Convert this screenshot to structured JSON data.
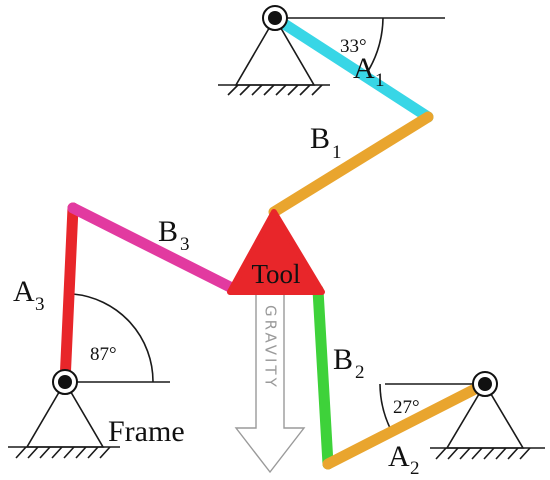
{
  "labels": {
    "a1": "A",
    "a1_sub": "1",
    "b1": "B",
    "b1_sub": "1",
    "a2": "A",
    "a2_sub": "2",
    "b2": "B",
    "b2_sub": "2",
    "a3": "A",
    "a3_sub": "3",
    "b3": "B",
    "b3_sub": "3",
    "tool": "Tool",
    "frame": "Frame",
    "gravity": "GRAVITY"
  },
  "angles": {
    "top": "33°",
    "left": "87°",
    "right": "27°"
  },
  "colors": {
    "a1": "#38d6e6",
    "b1": "#e9a52e",
    "a2": "#e9a52e",
    "b2": "#3ed23a",
    "a3": "#e8262a",
    "b3": "#e23aa0",
    "tool": "#e8262a"
  }
}
